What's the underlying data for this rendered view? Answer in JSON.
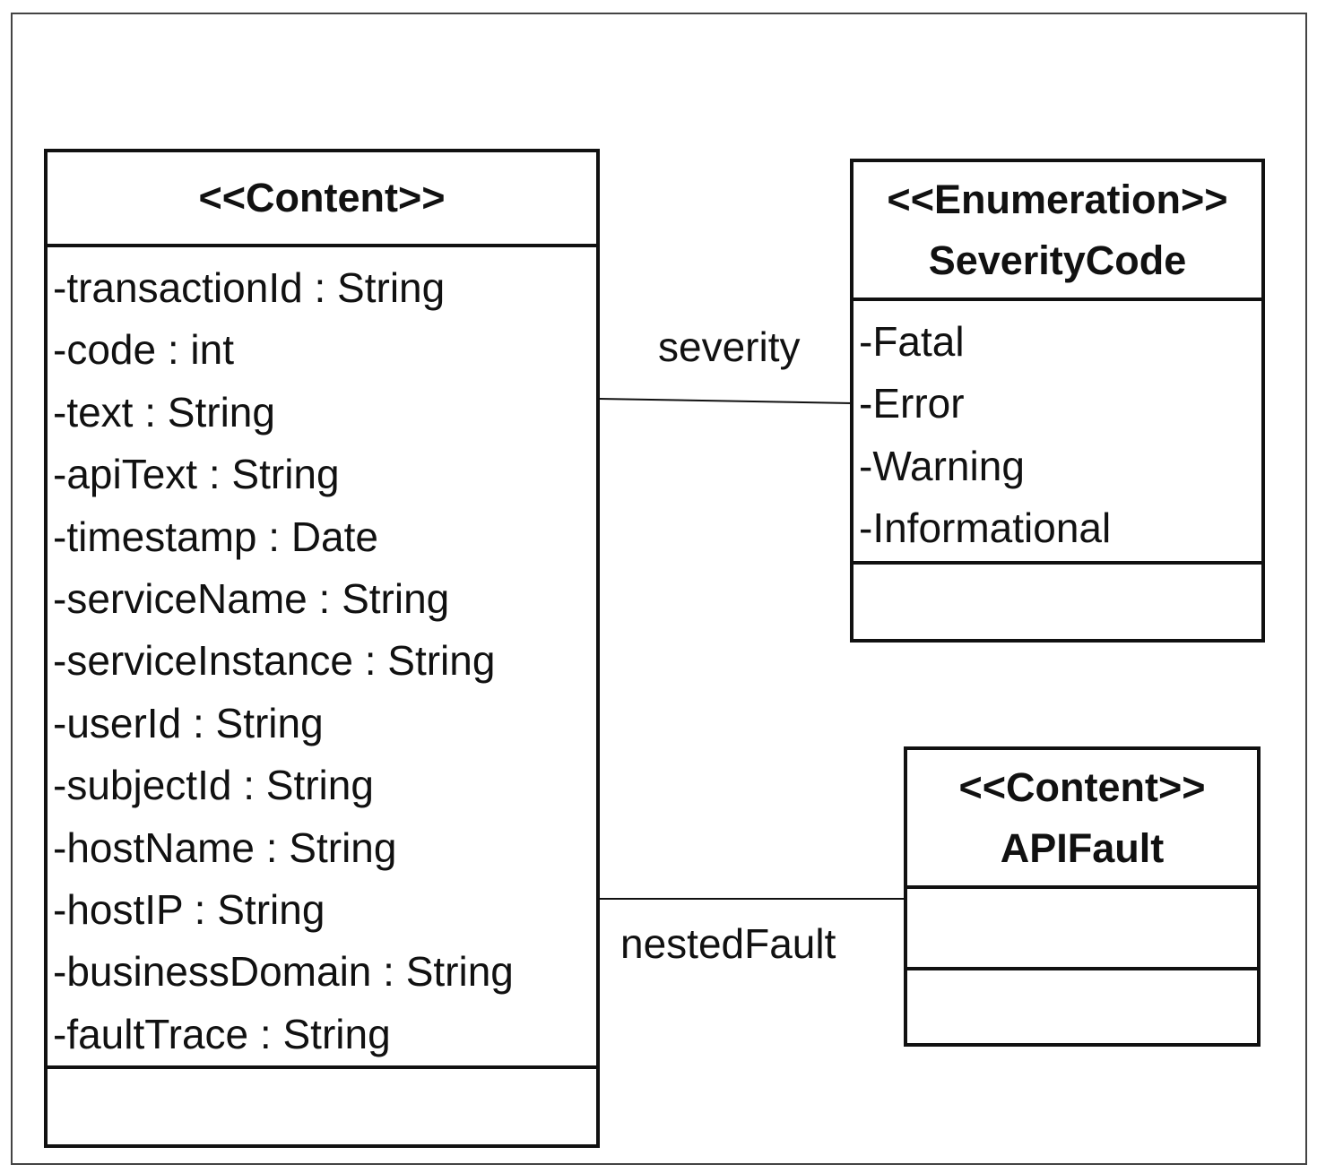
{
  "classes": {
    "content": {
      "stereotype": "<<Content>>",
      "name": "",
      "attributes": [
        "-transactionId : String",
        "-code : int",
        "-text : String",
        "-apiText : String",
        "-timestamp : Date",
        "-serviceName : String",
        "-serviceInstance : String",
        "-userId : String",
        "-subjectId : String",
        "-hostName : String",
        "-hostIP : String",
        "-businessDomain : String",
        "-faultTrace : String"
      ]
    },
    "severity_code": {
      "stereotype": "<<Enumeration>>",
      "name": "SeverityCode",
      "literals": [
        "-Fatal",
        "-Error",
        "-Warning",
        "-Informational"
      ]
    },
    "api_fault": {
      "stereotype": "<<Content>>",
      "name": "APIFault"
    }
  },
  "associations": {
    "severity": "severity",
    "nested_fault": "nestedFault"
  }
}
